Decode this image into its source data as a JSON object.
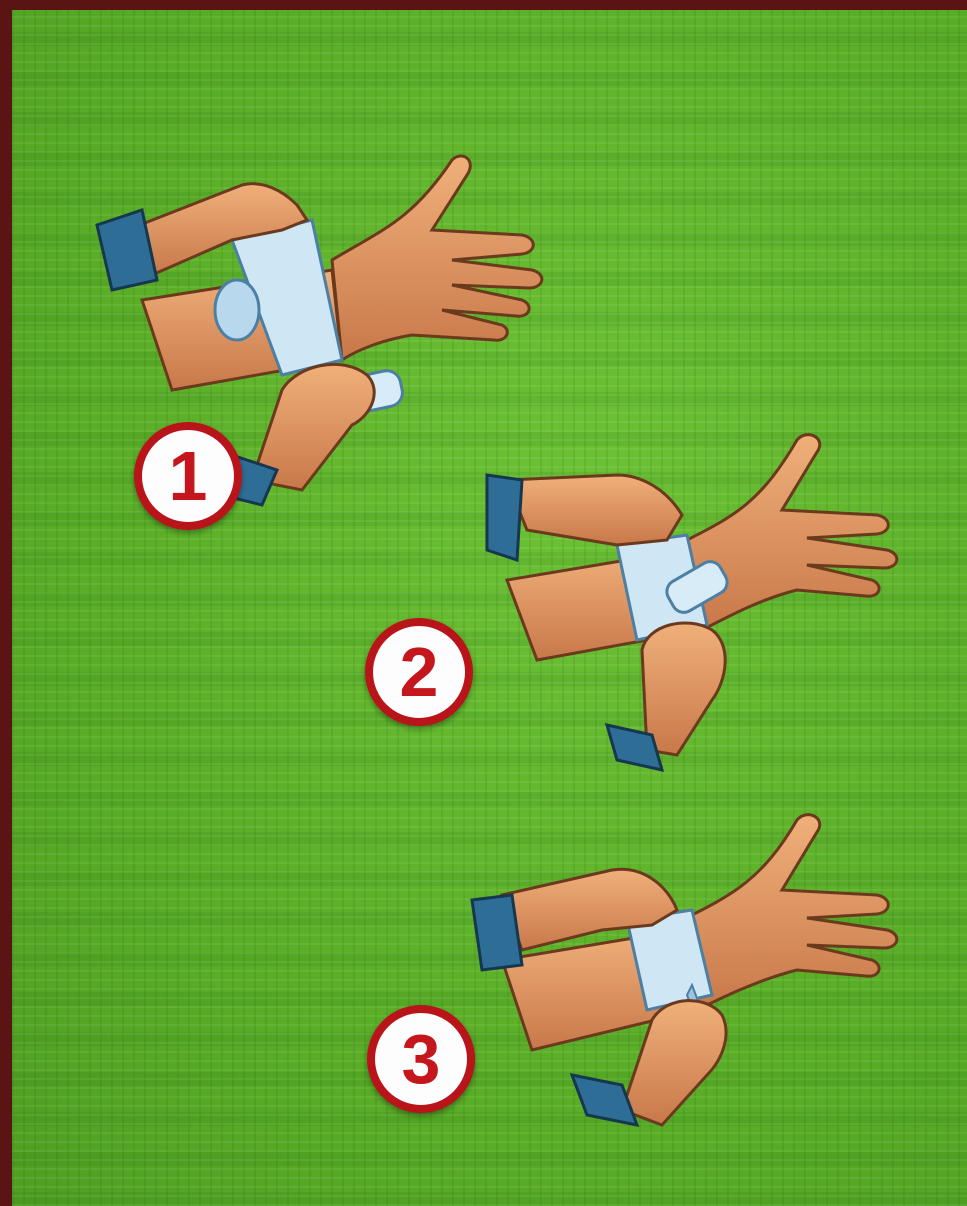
{
  "steps": [
    {
      "number": "1"
    },
    {
      "number": "2"
    },
    {
      "number": "3"
    }
  ],
  "colors": {
    "background": "#5fb52c",
    "border": "#5a1414",
    "badge_ring": "#b8141a",
    "skin": "#e8a06a",
    "bandage": "#cfe6f5",
    "cuff": "#2e6e96"
  }
}
